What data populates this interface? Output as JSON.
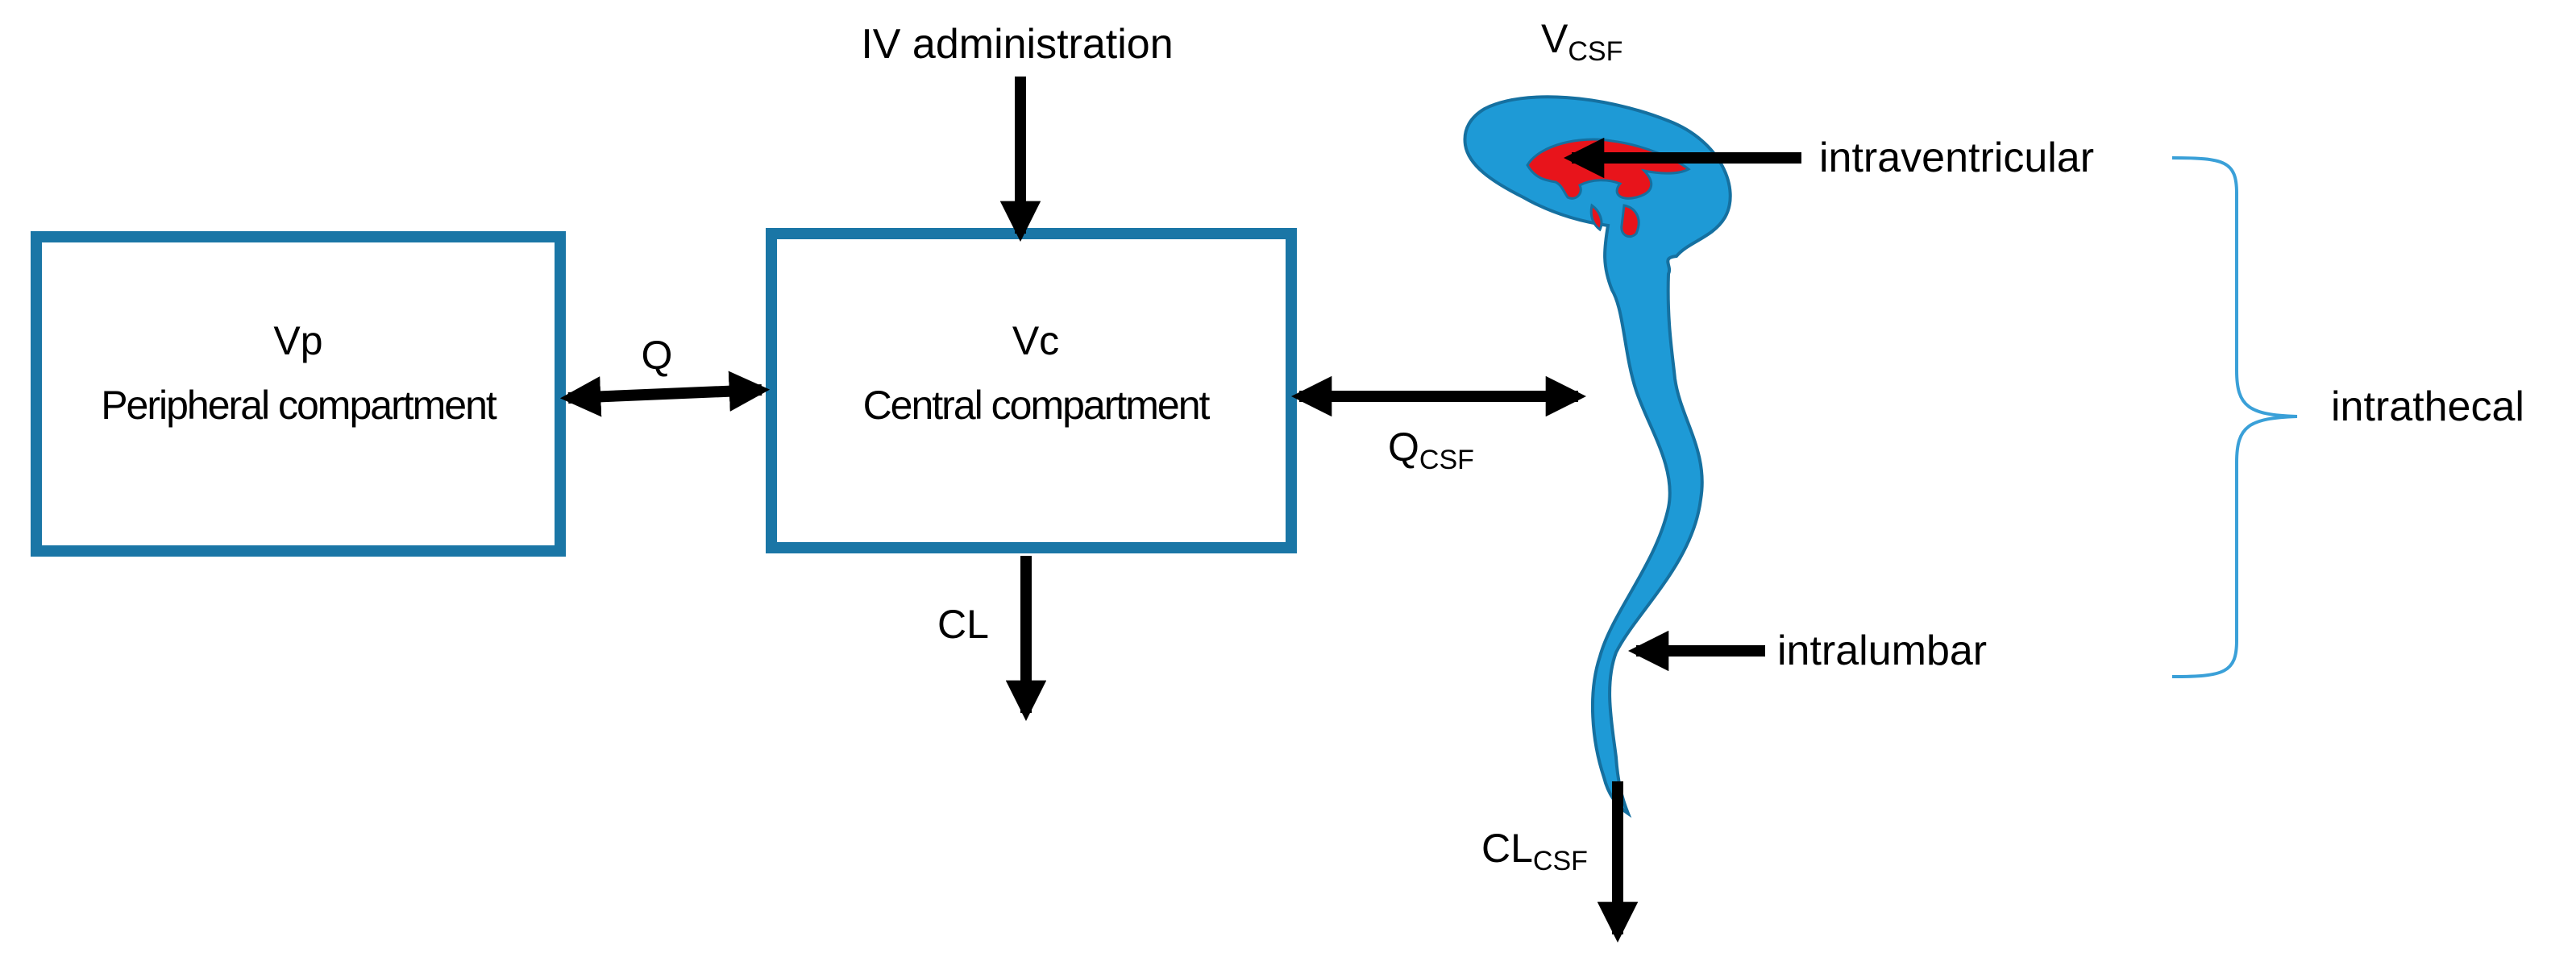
{
  "iv_administration": "IV administration",
  "peripheral": {
    "volume": "Vp",
    "name": "Peripheral compartment"
  },
  "central": {
    "volume": "Vc",
    "name": "Central compartment"
  },
  "flow_q": "Q",
  "clearance": "CL",
  "csf_volume": {
    "main": "V",
    "sub": "CSF"
  },
  "csf_flow": {
    "main": "Q",
    "sub": "CSF"
  },
  "csf_clearance": {
    "main": "CL",
    "sub": "CSF"
  },
  "routes": {
    "intraventricular": "intraventricular",
    "intralumbar": "intralumbar",
    "intrathecal": "intrathecal"
  },
  "colors": {
    "box_border": "#1a76a6",
    "csf_fill": "#1e9ad6",
    "csf_outline": "#1570a0",
    "ventricle": "#e8141b",
    "bracket": "#3aa0d8",
    "arrow": "#000000"
  }
}
